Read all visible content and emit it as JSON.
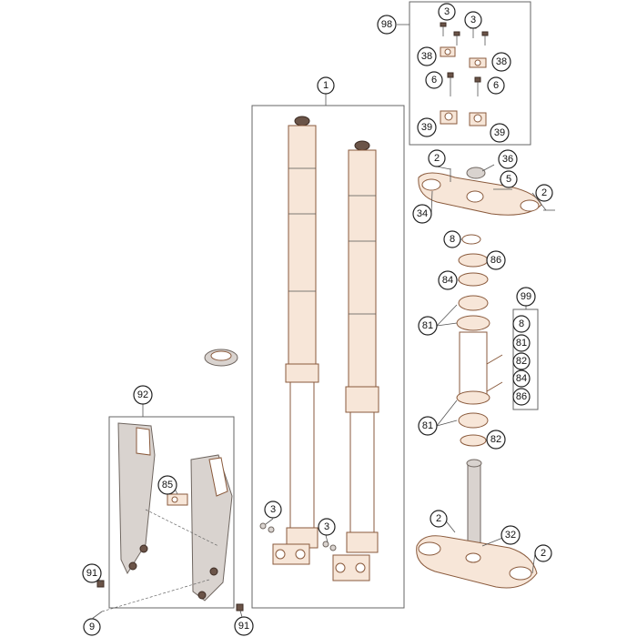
{
  "callouts": {
    "c98": "98",
    "c1": "1",
    "c92": "92",
    "c99": "99",
    "c3a": "3",
    "c3b": "3",
    "c38a": "38",
    "c38b": "38",
    "c6a": "6",
    "c6b": "6",
    "c39a": "39",
    "c39b": "39",
    "c2a": "2",
    "c36": "36",
    "c5": "5",
    "c2b": "2",
    "c34": "34",
    "c8a": "8",
    "c86a": "86",
    "c84a": "84",
    "c81a": "81",
    "c81b": "81",
    "c82a": "82",
    "c99_8": "8",
    "c99_81": "81",
    "c99_82": "82",
    "c99_84": "84",
    "c99_86": "86",
    "c3c": "3",
    "c3d": "3",
    "c85": "85",
    "c91a": "91",
    "c9": "9",
    "c91b": "91",
    "c2c": "2",
    "c32": "32",
    "c2d": "2"
  }
}
